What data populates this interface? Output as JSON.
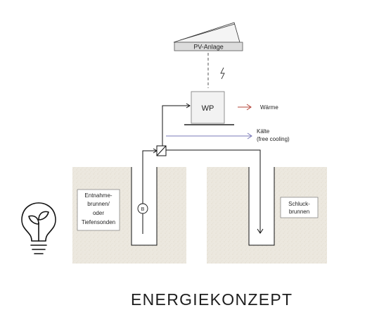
{
  "diagram": {
    "pv_label": "PV-Anlage",
    "heat_pump_label": "WP",
    "heat_output_label": "Wärme",
    "cooling_label_line1": "Kälte",
    "cooling_label_line2": "(free cooling)",
    "supply_well_label_lines": [
      "Entnahme-",
      "brunnen/",
      "oder",
      "Tiefensonden"
    ],
    "return_well_label_lines": [
      "Schluck-",
      "brunnen"
    ],
    "pump_label": "B",
    "colors": {
      "heat_arrow": "#b4453a",
      "cooling_arrow": "#7a7ab8",
      "ground": "#ece8df",
      "line": "#111111"
    }
  },
  "footer": {
    "title": "ENERGIEKONZEPT",
    "icon": "lightbulb-plant-icon"
  }
}
